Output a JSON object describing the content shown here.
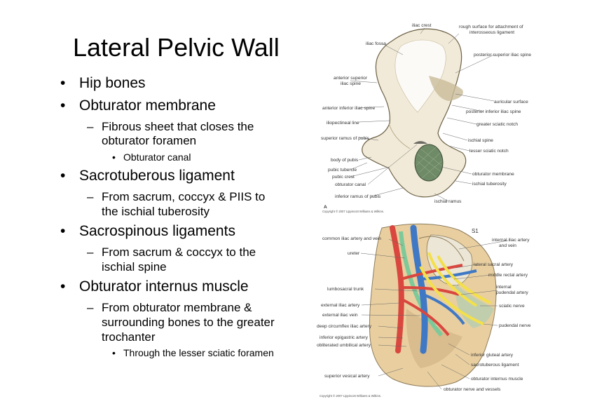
{
  "slide": {
    "title": "Lateral Pelvic Wall",
    "bullets": [
      {
        "level": 1,
        "text": "Hip bones"
      },
      {
        "level": 1,
        "text": "Obturator membrane"
      },
      {
        "level": 2,
        "text": "Fibrous sheet that closes the"
      },
      {
        "level": 2,
        "text": "obturator foramen",
        "continuation": true
      },
      {
        "level": 3,
        "text": "Obturator canal"
      },
      {
        "level": 1,
        "text": "Sacrotuberous ligament"
      },
      {
        "level": 2,
        "text": "From sacrum, coccyx & PIIS to"
      },
      {
        "level": 2,
        "text": "the ischial tuberosity",
        "continuation": true
      },
      {
        "level": 1,
        "text": "Sacrospinous ligaments"
      },
      {
        "level": 2,
        "text": "From sacrum & coccyx to the"
      },
      {
        "level": 2,
        "text": "ischial spine",
        "continuation": true
      },
      {
        "level": 1,
        "text": "Obturator internus muscle"
      },
      {
        "level": 2,
        "text": "From obturator membrane &"
      },
      {
        "level": 2,
        "text": "surrounding bones to the greater",
        "continuation": true
      },
      {
        "level": 2,
        "text": "trochanter",
        "continuation": true
      },
      {
        "level": 3,
        "text": "Through the lesser sciatic foramen"
      }
    ],
    "bullet_glyphs": {
      "level1": "•",
      "level2": "–",
      "level3": "•"
    }
  },
  "figure_a": {
    "labels": {
      "iliac_crest": "iliac crest",
      "rough_surface": "rough surface for attachment of",
      "rough_surface_2": "interosseous ligament",
      "iliac_fossa": "iliac fossa",
      "psis": "posterior superior iliac spine",
      "asis": "anterior superior",
      "asis_2": "iliac spine",
      "auricular": "auricular surface",
      "aiis": "anterior inferior iliac spine",
      "piis": "posterior inferior iliac spine",
      "iliopectineal": "iliopectineal line",
      "greater_notch": "greater sciatic notch",
      "sup_ramus": "superior ramus of pubis",
      "ischial_spine": "ischial spine",
      "lesser_notch": "lesser sciatic notch",
      "body_pubis": "body of pubis",
      "pubic_tubercle": "pubic tubercle",
      "pubic_crest": "pubic crest",
      "obt_canal": "obturator canal",
      "obt_membrane": "obturator membrane",
      "ischial_tuberosity": "ischial tuberosity",
      "inf_ramus": "inferior ramus of pubis",
      "ischial_ramus": "ischial ramus",
      "letter": "A",
      "copyright": "Copyright © 2007 Lippincott Williams & Wilkins."
    },
    "colors": {
      "bone": "#f1ead8",
      "bone_shade": "#c9bc98",
      "membrane": "#6f8a66"
    }
  },
  "figure_b": {
    "labels": {
      "common_iliac": "common iliac artery and vein",
      "s1": "S1",
      "internal_iliac": "internal iliac artery",
      "internal_iliac_2": "and vein",
      "ureter": "ureter",
      "lateral_sacral": "lateral sacral artery",
      "middle_rectal": "middle rectal artery",
      "internal_pudendal": "internal",
      "internal_pudendal_2": "pudendal artery",
      "lumbosacral": "lumbosacral trunk",
      "ext_iliac_artery": "external iliac artery",
      "sciatic": "sciatic nerve",
      "ext_iliac_vein": "external iliac vein",
      "pudendal_nerve": "pudendal nerve",
      "deep_circumflex": "deep circumflex iliac artery",
      "inf_epigastric": "inferior epigastric artery",
      "obliterated": "obliterated umbilical artery",
      "inf_gluteal": "inferior gluteal artery",
      "sacrotuberous": "sacrotuberous ligament",
      "sup_vesical": "superior vesical artery",
      "obt_internus": "obturator internus muscle",
      "obt_nerve": "obturator nerve and vessels",
      "copyright": "Copyright © 2007 Lippincott Williams & Wilkins."
    },
    "colors": {
      "artery": "#d9473f",
      "vein": "#3f78c4",
      "nerve": "#f3e04a",
      "muscle": "#e9cfa0",
      "bone": "#ece6d6",
      "ureter": "#7ec99a"
    }
  }
}
